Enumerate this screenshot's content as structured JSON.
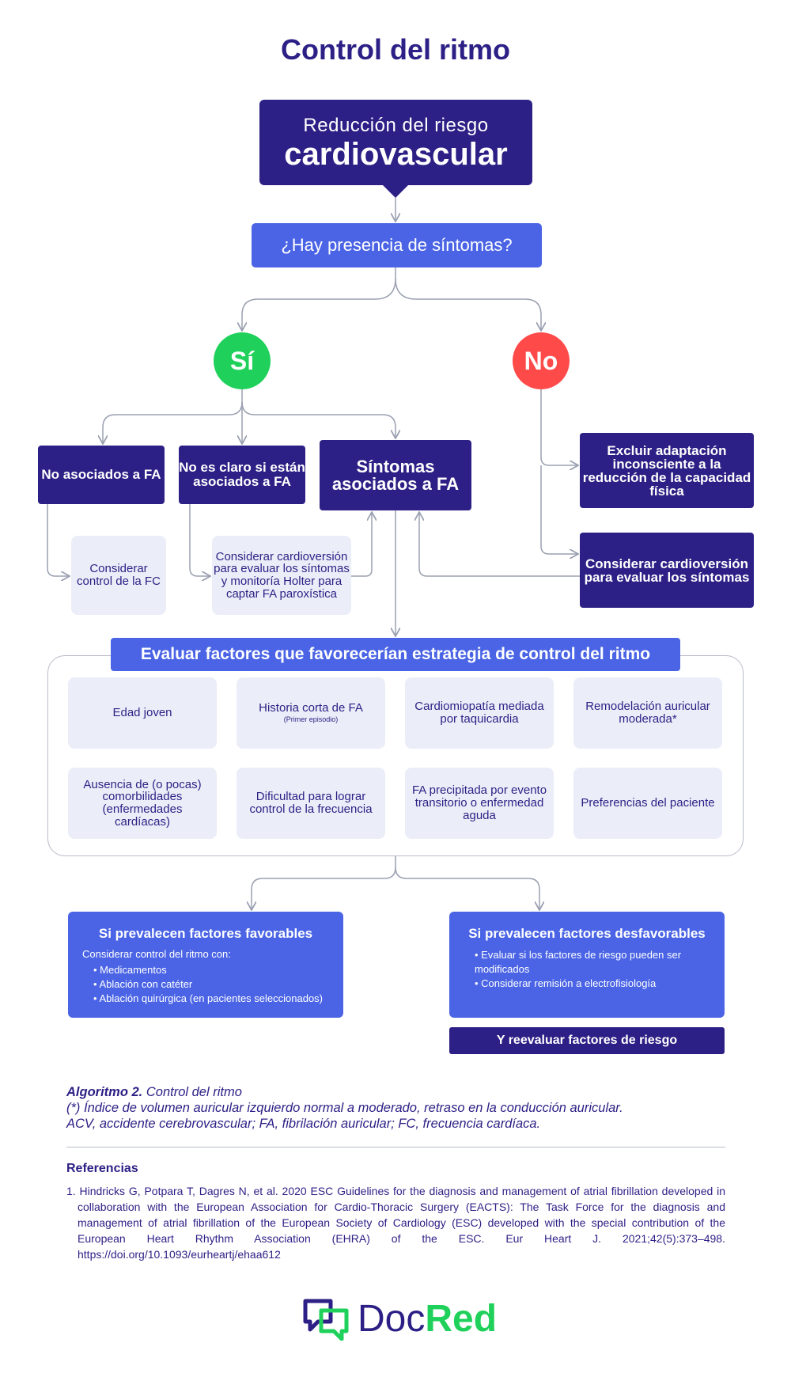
{
  "title": "Control del ritmo",
  "top_box": {
    "line1": "Reducción del riesgo",
    "line2": "cardiovascular"
  },
  "question": "¿Hay presencia de síntomas?",
  "yes": "Sí",
  "no": "No",
  "yes_branch": {
    "not_associated": "No asociados a FA",
    "unclear": "No es claro si están asociados a FA",
    "associated": "Síntomas asociados a FA",
    "consider_rate": "Considerar control de la FC",
    "consider_cardioversion": "Considerar cardioversión para evaluar los síntomas y monitoría Holter para captar FA paroxística"
  },
  "no_branch": {
    "exclude": "Excluir adaptación inconsciente a la reducción de la capacidad física",
    "consider": "Considerar cardioversión para evaluar los síntomas"
  },
  "evaluate_title": "Evaluar factores que favorecerían estrategia de control del ritmo",
  "factors": [
    {
      "label": "Edad joven",
      "note": ""
    },
    {
      "label": "Historia corta de FA",
      "note": "(Primer episodio)"
    },
    {
      "label": "Cardiomiopatía mediada por taquicardia",
      "note": ""
    },
    {
      "label": "Remodelación auricular moderada*",
      "note": ""
    },
    {
      "label": "Ausencia de (o pocas) comorbilidades (enfermedades cardíacas)",
      "note": ""
    },
    {
      "label": "Dificultad para lograr control de la frecuencia",
      "note": ""
    },
    {
      "label": "FA precipitada por evento transitorio o enfermedad aguda",
      "note": ""
    },
    {
      "label": "Preferencias del paciente",
      "note": ""
    }
  ],
  "favorable": {
    "title": "Si prevalecen factores favorables",
    "intro": "Considerar control del ritmo con:",
    "items": [
      "Medicamentos",
      "Ablación con catéter",
      "Ablación quirúrgica (en pacientes seleccionados)"
    ]
  },
  "unfavorable": {
    "title": "Si prevalecen factores desfavorables",
    "items": [
      "Evaluar si los factores de riesgo pueden ser modificados",
      "Considerar remisión a electrofisiología"
    ]
  },
  "reevaluate": "Y reevaluar factores de riesgo",
  "caption": {
    "label": "Algoritmo 2.",
    "title": "Control del ritmo",
    "note": "(*) Índice de volumen auricular izquierdo normal a moderado, retraso en la conducción auricular.",
    "abbrev": "ACV, accidente cerebrovascular; FA, fibrilación auricular; FC, frecuencia cardíaca."
  },
  "references_title": "Referencias",
  "references": [
    "1. Hindricks G, Potpara T, Dagres N, et al. 2020 ESC Guidelines for the diagnosis and management of atrial fibrillation developed in collaboration with the European Association for Cardio-Thoracic Surgery (EACTS): The Task Force for the diagnosis and management of atrial fibrillation of the European Society of Cardiology (ESC) developed with the special contribution of the European Heart Rhythm Association (EHRA) of the ESC. Eur Heart J. 2021;42(5):373–498. https://doi.org/10.1093/eurheartj/ehaa612"
  ],
  "logo": {
    "part1": "Doc",
    "part2": "Red"
  },
  "colors": {
    "primary": "#2c1f85",
    "accent_blue": "#4a64e5",
    "yes_green": "#1fd15a",
    "no_red": "#ff4a4a",
    "light_box": "#ebeef8"
  }
}
